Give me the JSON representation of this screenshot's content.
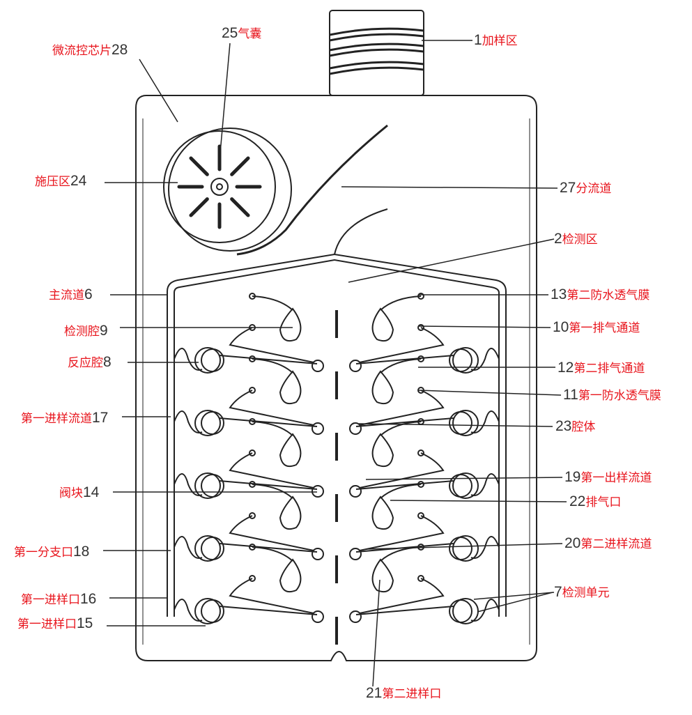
{
  "labels": [
    {
      "id": "chip",
      "num": "28",
      "text": "微流控芯片",
      "side": "L"
    },
    {
      "id": "airbag",
      "num": "25",
      "text": "气囊",
      "side": "R"
    },
    {
      "id": "sample-area",
      "num": "1",
      "text": "加样区",
      "side": "R"
    },
    {
      "id": "pressure-area",
      "num": "24",
      "text": "施压区",
      "side": "L"
    },
    {
      "id": "split-channel",
      "num": "27",
      "text": "分流道",
      "side": "R"
    },
    {
      "id": "detection-area",
      "num": "2",
      "text": "检测区",
      "side": "R"
    },
    {
      "id": "main-channel",
      "num": "6",
      "text": "主流道",
      "side": "L"
    },
    {
      "id": "second-membrane",
      "num": "13",
      "text": "第二防水透气膜",
      "side": "R"
    },
    {
      "id": "detection-chamber",
      "num": "9",
      "text": "检测腔",
      "side": "L"
    },
    {
      "id": "first-vent",
      "num": "10",
      "text": "第一排气通道",
      "side": "R"
    },
    {
      "id": "reaction-chamber",
      "num": "8",
      "text": "反应腔",
      "side": "L"
    },
    {
      "id": "second-vent",
      "num": "12",
      "text": "第二排气通道",
      "side": "R"
    },
    {
      "id": "first-membrane",
      "num": "11",
      "text": "第一防水透气膜",
      "side": "R"
    },
    {
      "id": "first-inlet-channel",
      "num": "17",
      "text": "第一进样流道",
      "side": "L"
    },
    {
      "id": "cavity",
      "num": "23",
      "text": "腔体",
      "side": "R"
    },
    {
      "id": "valve",
      "num": "14",
      "text": "阀块",
      "side": "L"
    },
    {
      "id": "first-outlet-channel",
      "num": "19",
      "text": "第一出样流道",
      "side": "R"
    },
    {
      "id": "exhaust-port",
      "num": "22",
      "text": "排气口",
      "side": "R"
    },
    {
      "id": "first-branch",
      "num": "18",
      "text": "第一分支口",
      "side": "L"
    },
    {
      "id": "second-inlet-channel",
      "num": "20",
      "text": "第二进样流道",
      "side": "R"
    },
    {
      "id": "first-inlet-16",
      "num": "16",
      "text": "第一进样口",
      "side": "L"
    },
    {
      "id": "detection-unit",
      "num": "7",
      "text": "检测单元",
      "side": "R"
    },
    {
      "id": "first-inlet-15",
      "num": "15",
      "text": "第一进样口",
      "side": "L"
    },
    {
      "id": "second-inlet",
      "num": "21",
      "text": "第二进样口",
      "side": "R"
    }
  ]
}
